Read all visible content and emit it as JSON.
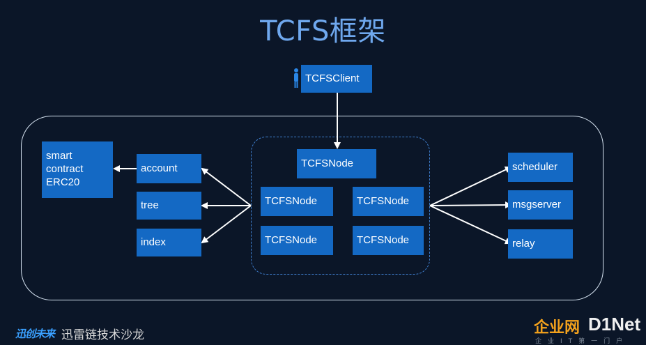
{
  "title": "TCFS框架",
  "client": {
    "label": "TCFSClient",
    "icon": "person-icon"
  },
  "cluster": {
    "top_node": "TCFSNode",
    "nodes": [
      "TCFSNode",
      "TCFSNode",
      "TCFSNode",
      "TCFSNode"
    ]
  },
  "left": {
    "contract_lines": [
      "smart",
      "contract",
      "ERC20"
    ],
    "modules": [
      "account",
      "tree",
      "index"
    ]
  },
  "right": {
    "modules": [
      "scheduler",
      "msgserver",
      "relay"
    ]
  },
  "footer": {
    "left_logo": "迅创未来",
    "left_text": "迅雷链技术沙龙",
    "brand_cn": "企业网",
    "brand_en": "D1Net",
    "brand_sub": "企业IT第一门户"
  },
  "colors": {
    "background": "#0b1628",
    "box": "#1469c4",
    "title": "#6fa8ee",
    "frame": "#d7e4f2"
  }
}
